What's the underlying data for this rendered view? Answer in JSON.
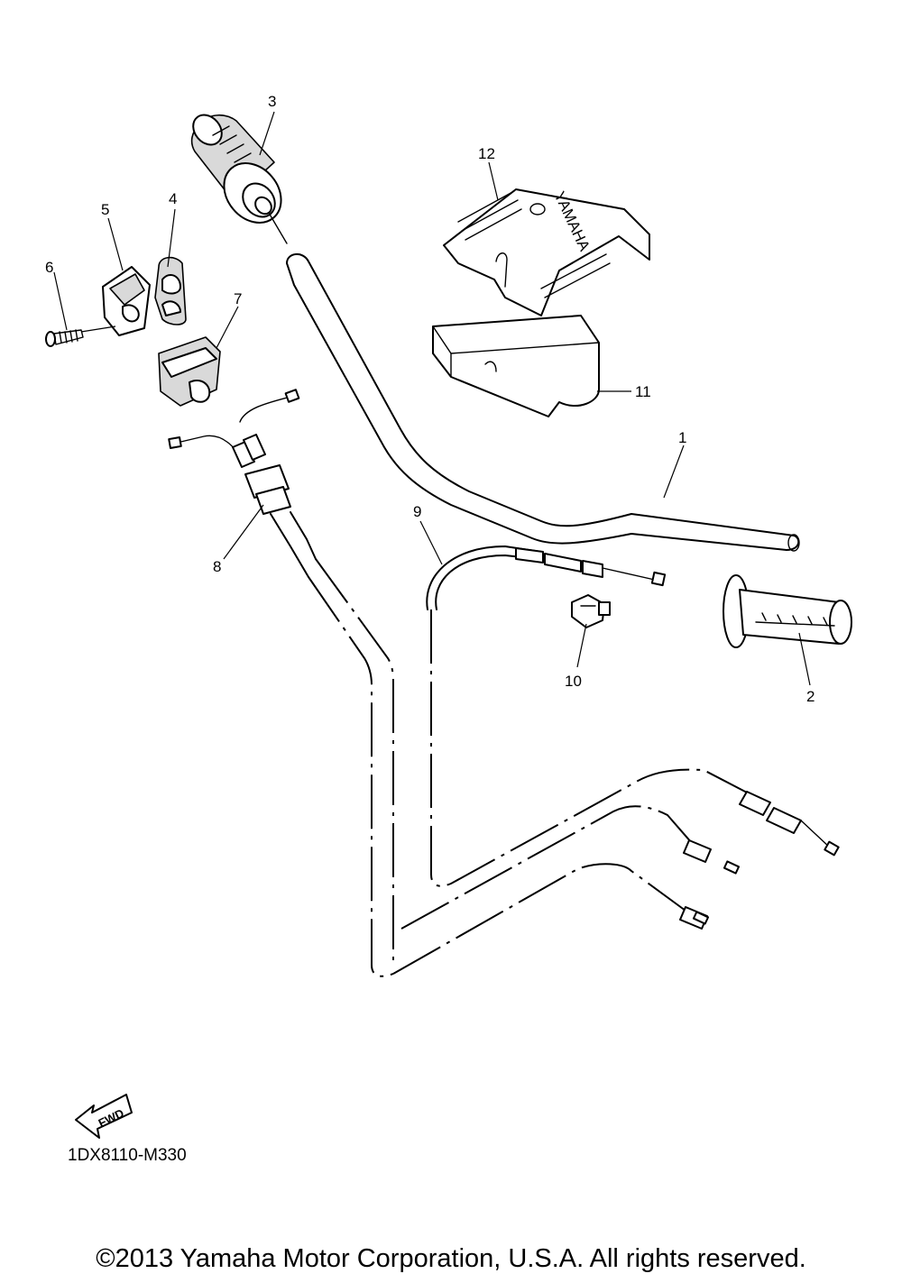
{
  "callouts": [
    "1",
    "2",
    "3",
    "4",
    "5",
    "6",
    "7",
    "8",
    "9",
    "10",
    "11",
    "12"
  ],
  "fwd_label": "FWD",
  "brand_mark": "YAMAHA",
  "diagram_code": "1DX8110-M330",
  "copyright": "©2013 Yamaha Motor Corporation, U.S.A. All rights reserved."
}
